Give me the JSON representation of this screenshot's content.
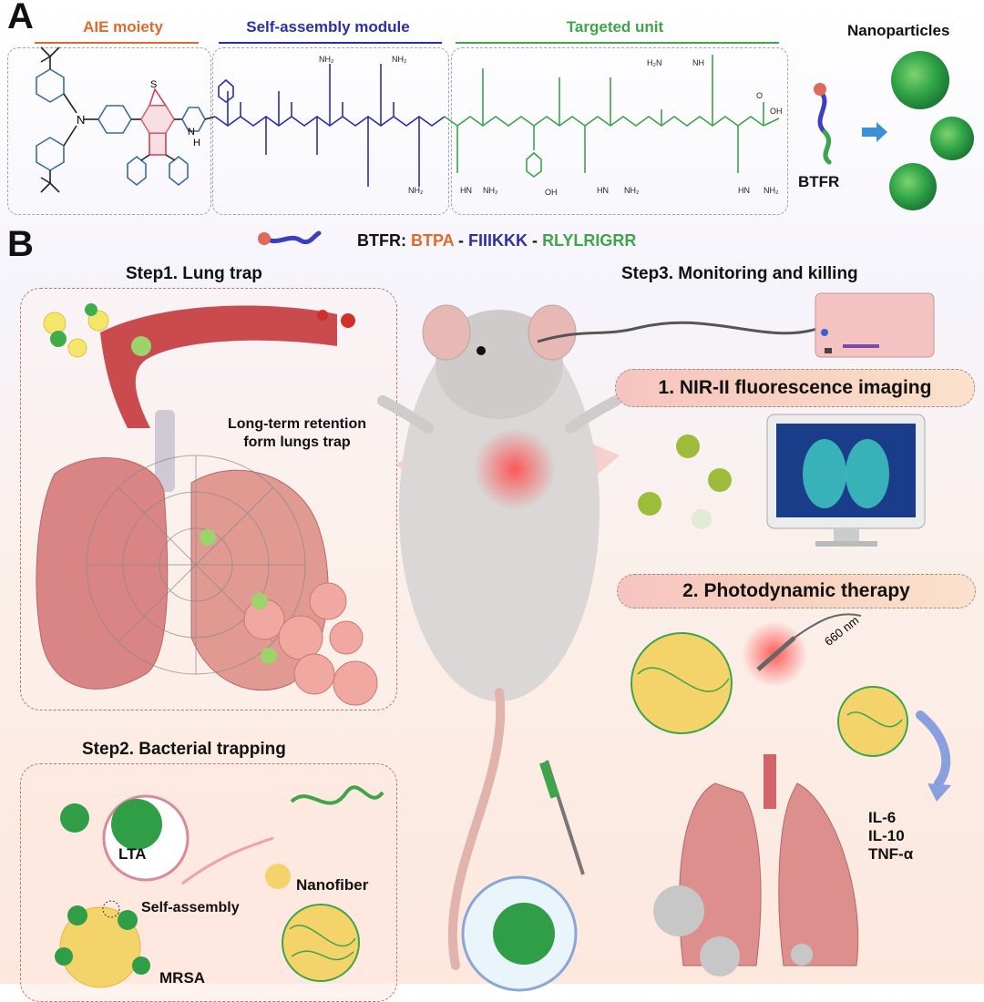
{
  "panelA": {
    "letter": "A",
    "aie_title": "AIE moiety",
    "self_assembly_title": "Self-assembly module",
    "targeted_title": "Targeted unit",
    "nanoparticles_label": "Nanoparticles",
    "btfr_label": "BTFR",
    "chem": {
      "S": "S",
      "N": "N",
      "O": "O",
      "H": "H",
      "NH2": "NH₂",
      "NH": "NH",
      "OH": "OH",
      "H2N": "H₂N",
      "HN": "HN"
    }
  },
  "panelB": {
    "letter": "B",
    "formula_prefix": "BTFR:",
    "formula_part1": "BTPA",
    "formula_sep": "-",
    "formula_part2": "FIIIKKK",
    "formula_part3": "RLYLRIGRR",
    "step1_title": "Step1. Lung trap",
    "retention_text_1": "Long-term retention",
    "retention_text_2": "form lungs trap",
    "step2_title": "Step2. Bacterial trapping",
    "lta_label": "LTA",
    "self_assembly_label": "Self-assembly",
    "nanofiber_label": "Nanofiber",
    "mrsa_label": "MRSA",
    "step3_title": "Step3. Monitoring and killing",
    "nir_label": "1. NIR-II fluorescence imaging",
    "pdt_label": "2. Photodynamic therapy",
    "wavelength_label": "660 nm",
    "cytokines": [
      "IL-6",
      "IL-10",
      "TNF-α"
    ]
  },
  "colors": {
    "aie": "#e06a2e",
    "self_assembly": "#2b2fa8",
    "targeted": "#3ea54a",
    "lung": "#d98585",
    "vessel": "#c4383c",
    "nanoparticle": "#3fae4a"
  }
}
